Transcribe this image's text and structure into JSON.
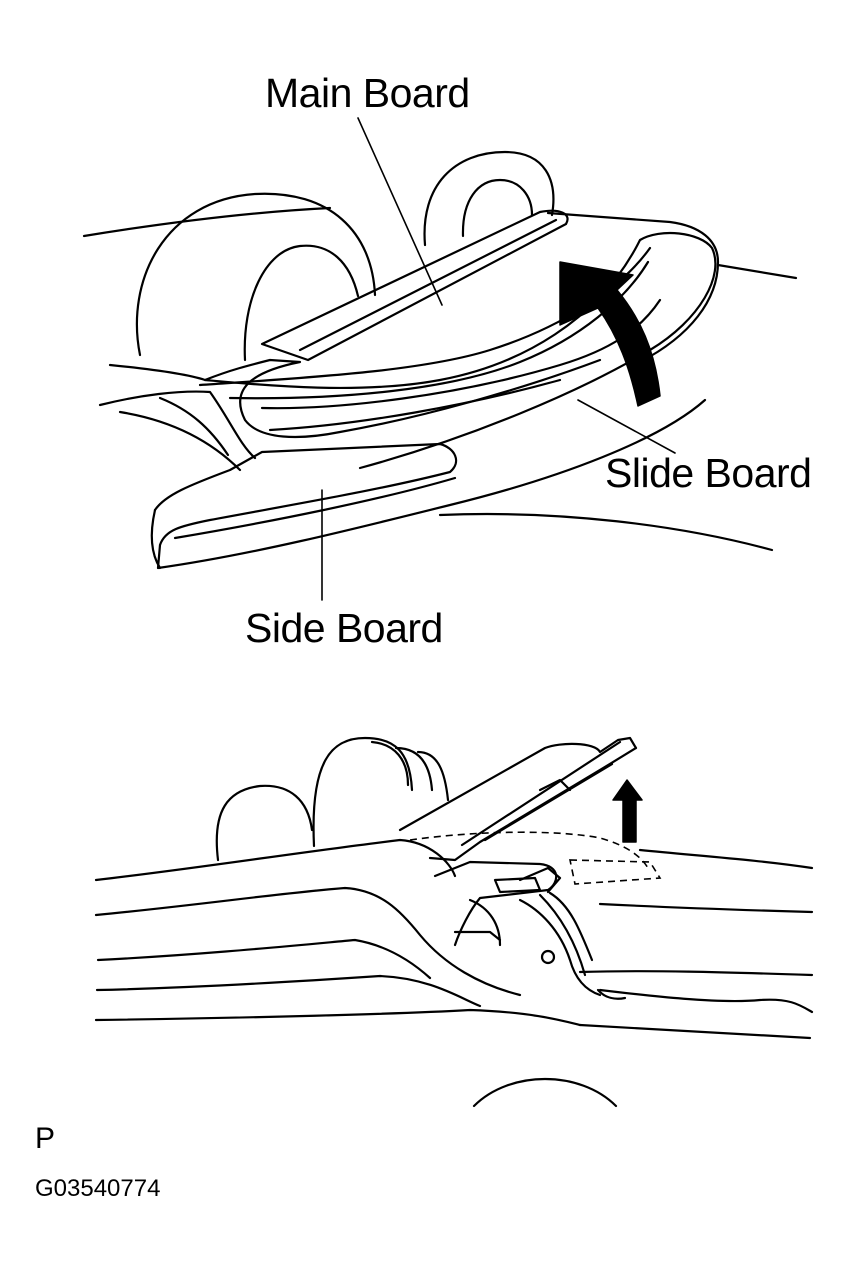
{
  "labels": {
    "main_board": "Main Board",
    "slide_board": "Slide Board",
    "side_board": "Side Board"
  },
  "footer": {
    "mark": "P",
    "code": "G03540774"
  }
}
